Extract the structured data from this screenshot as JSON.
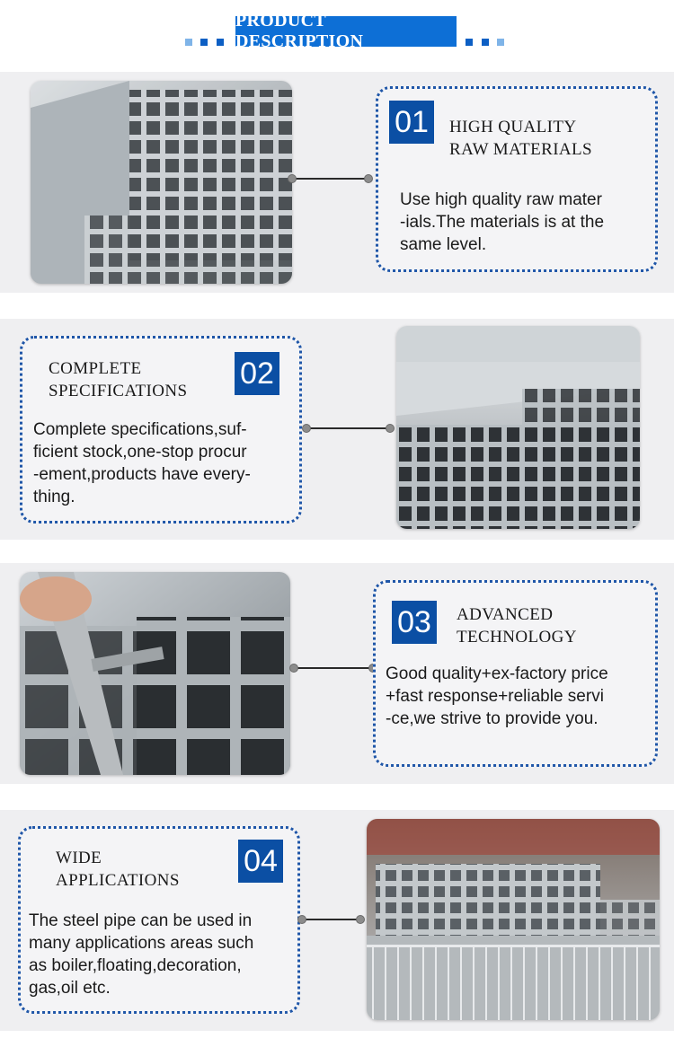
{
  "header": {
    "title": "PRODUCT DESCRIPTION"
  },
  "colors": {
    "brand_blue": "#0d6fd6",
    "badge_blue": "#0b4fa4",
    "dotted_border": "#1f56a8",
    "band_gray": "#efeff1"
  },
  "sections": [
    {
      "number": "01",
      "heading_line1": "HIGH QUALITY",
      "heading_line2": "RAW MATERIALS",
      "body_lines": [
        "Use high quality raw mater",
        "-ials.The materials is at the",
        "same level."
      ]
    },
    {
      "number": "02",
      "heading_line1": "COMPLETE",
      "heading_line2": "SPECIFICATIONS",
      "body_lines": [
        "Complete specifications,suf-",
        "ficient stock,one-stop procur",
        "-ement,products have every-",
        "thing."
      ]
    },
    {
      "number": "03",
      "heading_line1": "ADVANCED",
      "heading_line2": "TECHNOLOGY",
      "body_lines": [
        "Good quality+ex-factory price",
        "+fast response+reliable servi",
        "-ce,we strive to provide you."
      ]
    },
    {
      "number": "04",
      "heading_line1": "WIDE",
      "heading_line2": "APPLICATIONS",
      "body_lines": [
        "The steel pipe can be used in",
        "many applications areas such",
        "as boiler,floating,decoration,",
        "gas,oil etc."
      ]
    }
  ]
}
